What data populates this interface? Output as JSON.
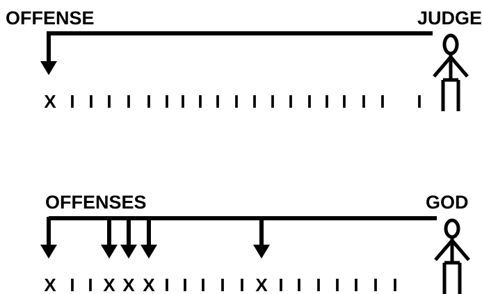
{
  "top_panel": {
    "left_label": "OFFENSE",
    "right_label": "JUDGE",
    "marks": [
      "X",
      "I",
      "I",
      "I",
      "I",
      "I",
      "I",
      "I",
      "I",
      "I",
      "I",
      "I",
      "I",
      "I",
      "I",
      "I",
      "I",
      "I",
      "I",
      "I"
    ]
  },
  "bottom_panel": {
    "left_label": "OFFENSES",
    "right_label": "GOD",
    "marks": [
      "X",
      "I",
      "I",
      "X",
      "X",
      "X",
      "I",
      "I",
      "I",
      "I",
      "I",
      "X",
      "I",
      "I",
      "I",
      "I",
      "I",
      "I",
      "I"
    ]
  }
}
